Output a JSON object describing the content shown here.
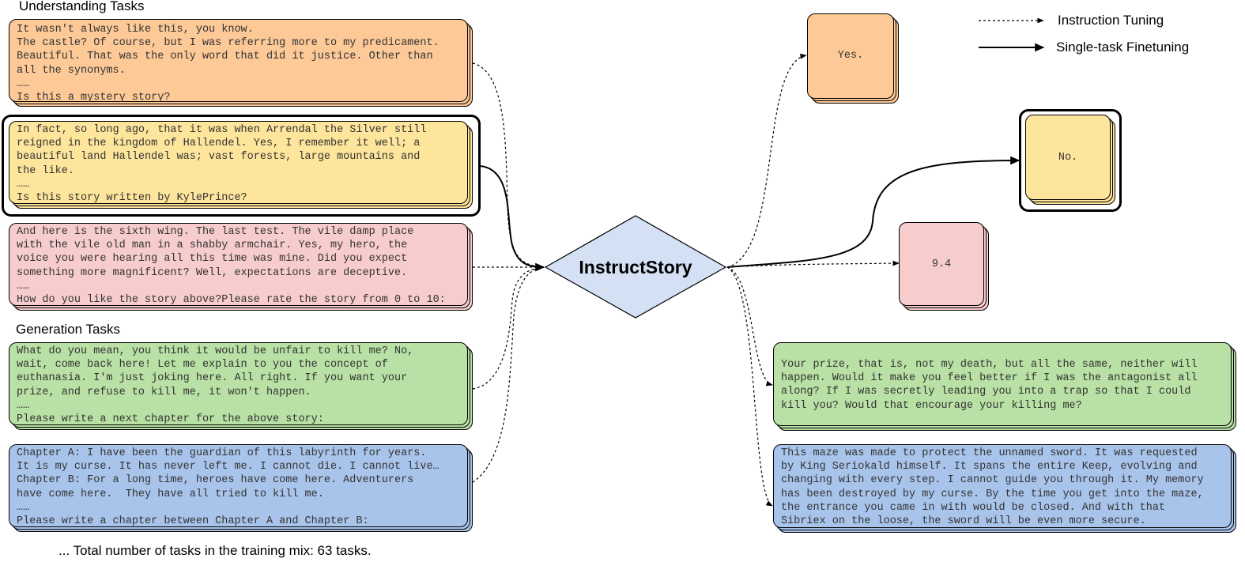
{
  "sections": {
    "understanding": "Understanding Tasks",
    "generation": "Generation Tasks"
  },
  "inputs": [
    {
      "color": "#fcc997",
      "lines": [
        "It wasn't always like this, you know.",
        "The castle? Of course, but I was referring more to my predicament.",
        "Beautiful. That was the only word that did it justice. Other than",
        "all the synonyms.",
        "……",
        "Is this a mystery story?"
      ]
    },
    {
      "color": "#fee59c",
      "lines": [
        "In fact, so long ago, that it was when Arrendal the Silver still",
        "reigned in the kingdom of Hallendel. Yes, I remember it well; a",
        "beautiful land Hallendel was; vast forests, large mountains and",
        "the like.",
        "……",
        "Is this story written by KylePrince?"
      ]
    },
    {
      "color": "#f7cccc",
      "lines": [
        "And here is the sixth wing. The last test. The vile damp place",
        "with the vile old man in a shabby armchair. Yes, my hero, the",
        "voice you were hearing all this time was mine. Did you expect",
        "something more magnificent? Well, expectations are deceptive.",
        "……",
        "How do you like the story above?Please rate the story from 0 to 10:"
      ]
    },
    {
      "color": "#b9e0a5",
      "lines": [
        "What do you mean, you think it would be unfair to kill me? No,",
        "wait, come back here! Let me explain to you the concept of",
        "euthanasia. I'm just joking here. All right. If you want your",
        "prize, and refuse to kill me, it won't happen.",
        "……",
        "Please write a next chapter for the above story:"
      ]
    },
    {
      "color": "#a9c4eb",
      "lines": [
        "Chapter A: I have been the guardian of this labyrinth for years.",
        "It is my curse. It has never left me. I cannot die. I cannot live…",
        "Chapter B: For a long time, heroes have come here. Adventurers",
        "have come here.  They have all tried to kill me.",
        "……",
        "Please write a chapter between Chapter A and Chapter B:"
      ]
    }
  ],
  "center": {
    "label": "InstructStory",
    "color": "#d4e1f5"
  },
  "outputs": [
    {
      "color": "#fcc997",
      "text": "Yes."
    },
    {
      "color": "#fee59c",
      "text": "No."
    },
    {
      "color": "#f7cccc",
      "text": "9.4"
    },
    {
      "color": "#b9e0a5",
      "lines": [
        "Your prize, that is, not my death, but all the same, neither will",
        "happen. Would it make you feel better if I was the antagonist all",
        "along? If I was secretly leading you into a trap so that I could",
        "kill you? Would that encourage your killing me?"
      ]
    },
    {
      "color": "#a9c4eb",
      "lines": [
        "This maze was made to protect the unnamed sword. It was requested",
        "by King Seriokald himself. It spans the entire Keep, evolving and",
        "changing with every step. I cannot guide you through it. My memory",
        "has been destroyed by my curse. By the time you get into the maze,",
        "the entrance you came in with would be closed. And with that",
        "Sibriex on the loose, the sword will be even more secure."
      ]
    }
  ],
  "legend": {
    "dashed": "Instruction Tuning",
    "solid": "Single-task Finetuning"
  },
  "footer": "... Total number of tasks in the training mix: 63 tasks."
}
